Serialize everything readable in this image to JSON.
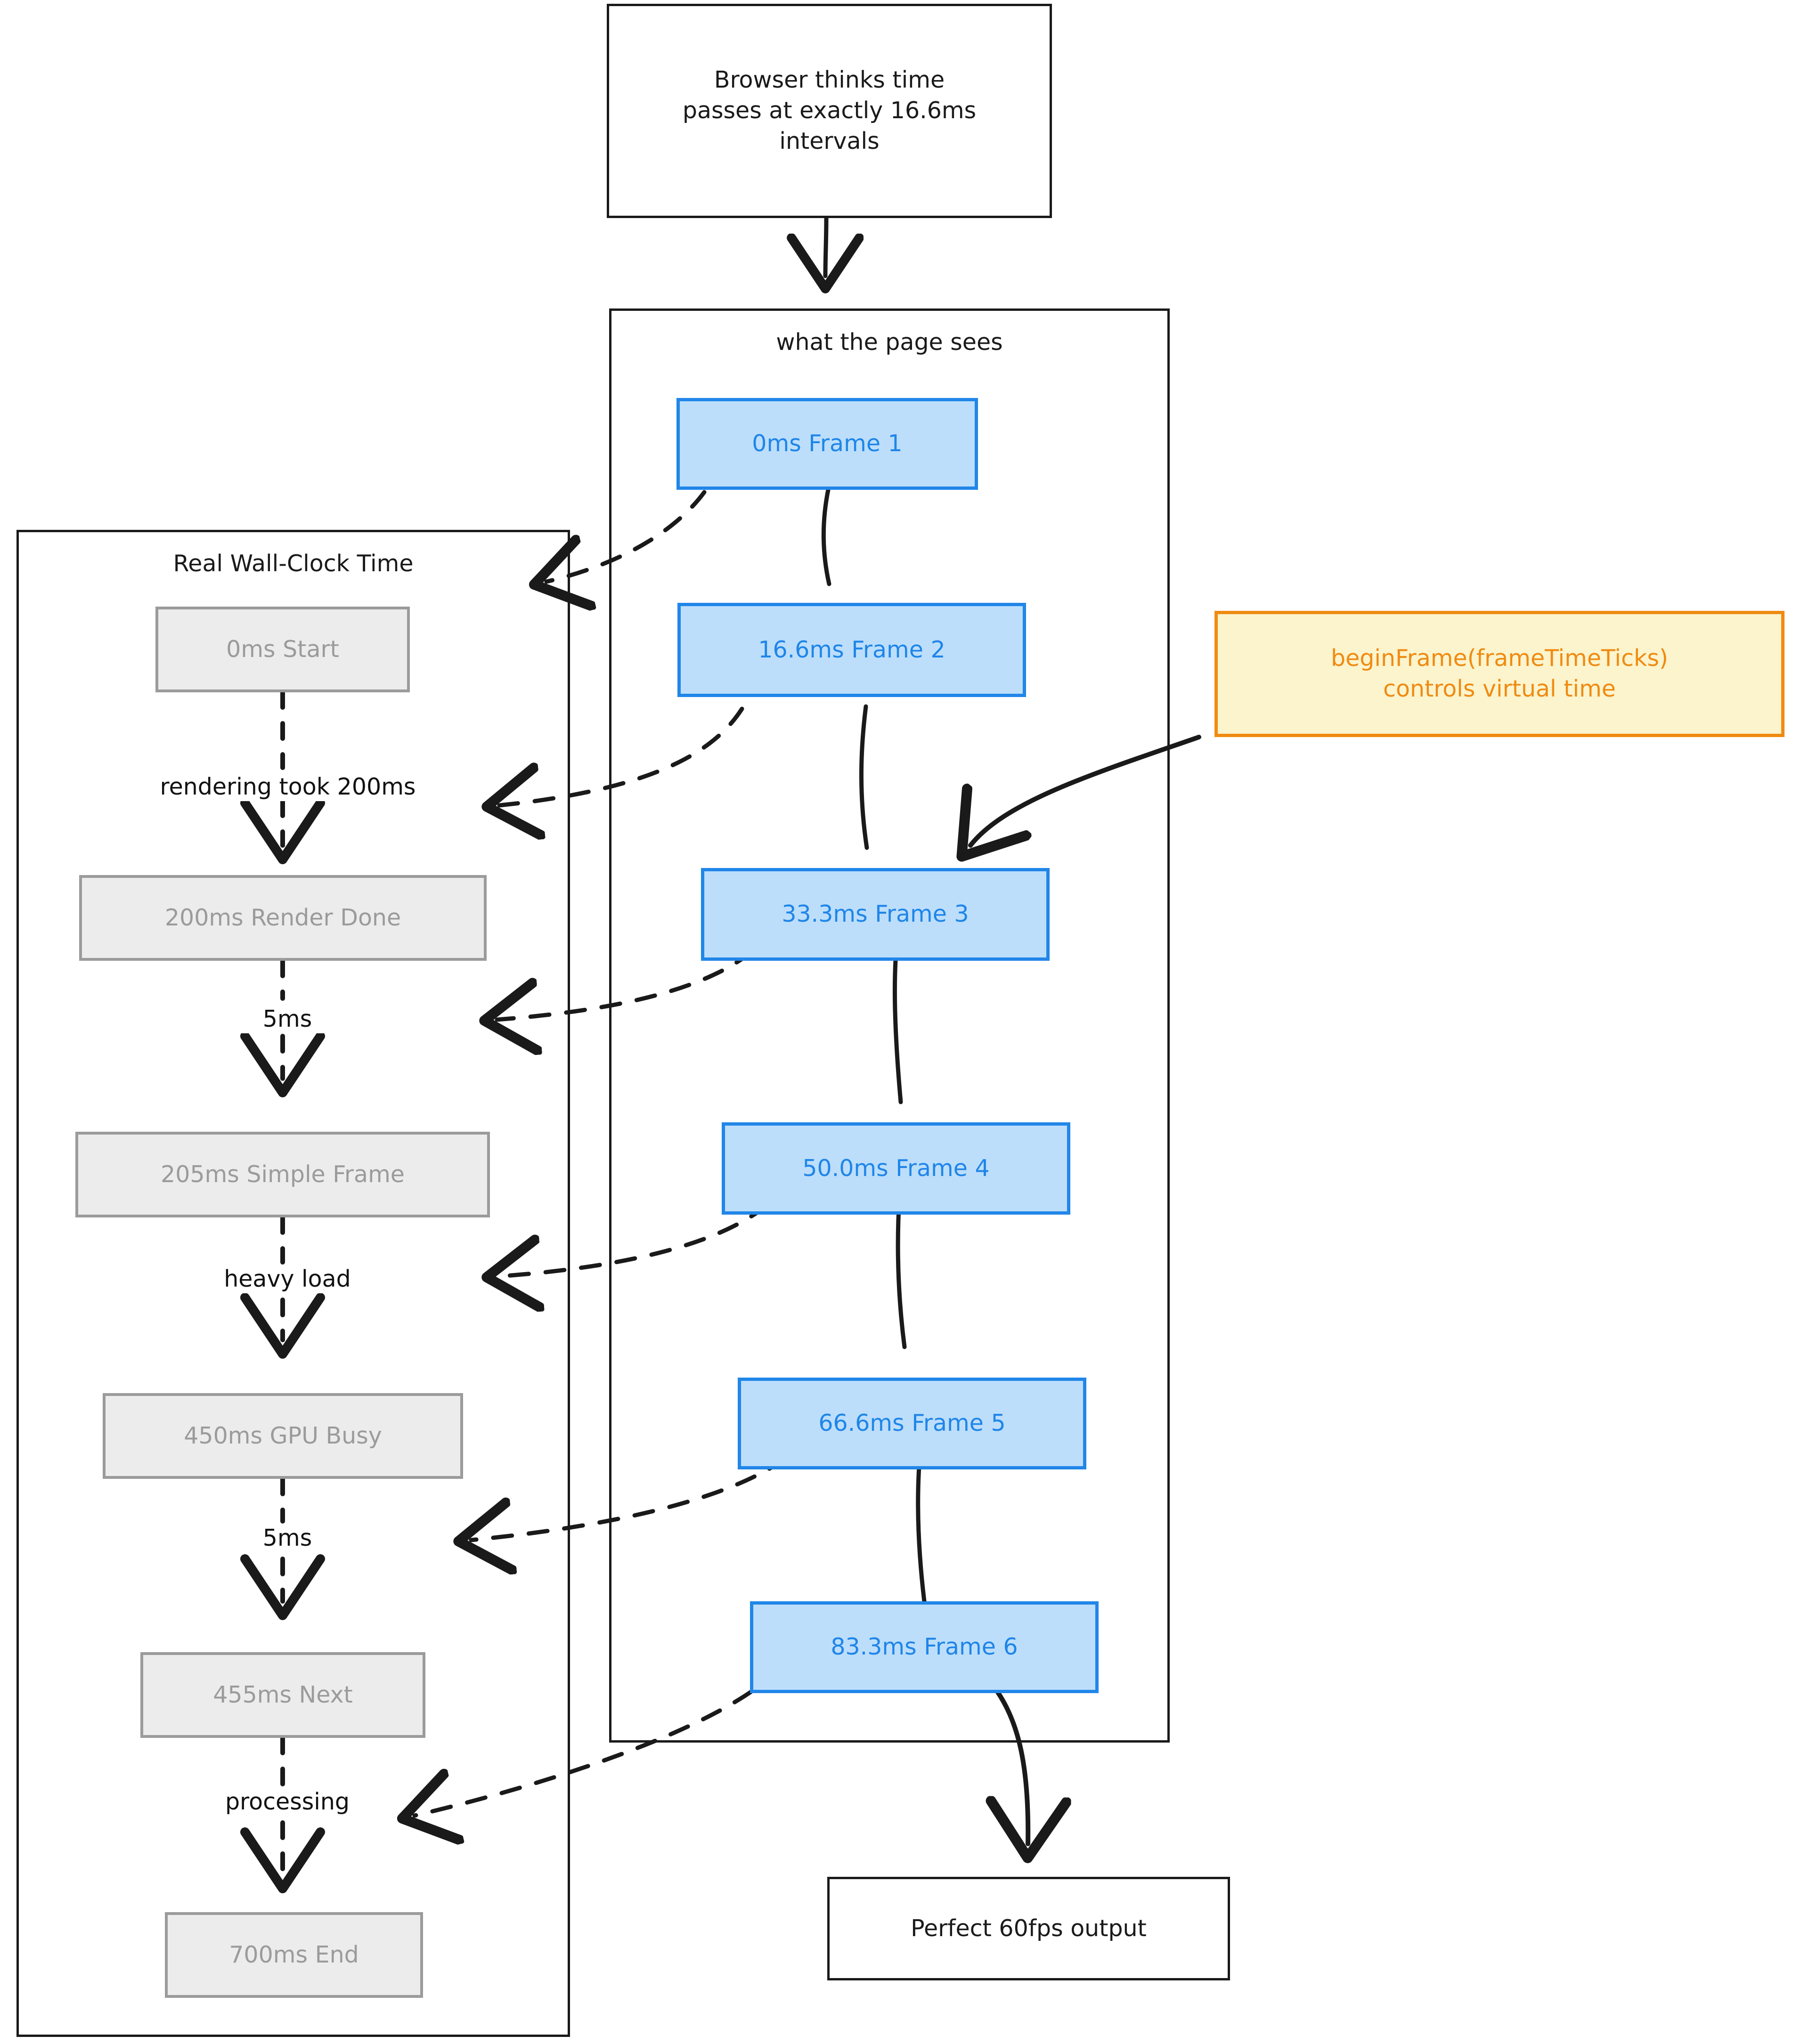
{
  "diagram": {
    "title_node": {
      "id": "browser-assumption",
      "label": "Browser thinks time\npasses at exactly 16.6ms\nintervals"
    },
    "output_node": {
      "id": "perfect-output",
      "label": "Perfect 60fps output"
    },
    "note": {
      "id": "begin-frame-note",
      "label": "beginFrame(frameTimeTicks)\ncontrols virtual time"
    },
    "virtual_container": {
      "title": "what the page sees",
      "frames": [
        {
          "id": "frame-1",
          "label": "0ms Frame 1"
        },
        {
          "id": "frame-2",
          "label": "16.6ms Frame 2"
        },
        {
          "id": "frame-3",
          "label": "33.3ms Frame 3"
        },
        {
          "id": "frame-4",
          "label": "50.0ms Frame 4"
        },
        {
          "id": "frame-5",
          "label": "66.6ms Frame 5"
        },
        {
          "id": "frame-6",
          "label": "83.3ms Frame 6"
        }
      ]
    },
    "real_container": {
      "title": "Real Wall-Clock Time",
      "steps": [
        {
          "id": "real-start",
          "label": "0ms Start"
        },
        {
          "id": "real-render-done",
          "label": "200ms Render Done"
        },
        {
          "id": "real-simple-frame",
          "label": "205ms Simple Frame"
        },
        {
          "id": "real-gpu-busy",
          "label": "450ms GPU Busy"
        },
        {
          "id": "real-next",
          "label": "455ms Next"
        },
        {
          "id": "real-end",
          "label": "700ms End"
        }
      ],
      "edge_labels": [
        {
          "id": "edge-render",
          "label": "rendering took 200ms"
        },
        {
          "id": "edge-5ms-a",
          "label": "5ms"
        },
        {
          "id": "edge-heavy-load",
          "label": "heavy load"
        },
        {
          "id": "edge-5ms-b",
          "label": "5ms"
        },
        {
          "id": "edge-processing",
          "label": "processing"
        }
      ]
    },
    "colors": {
      "frame_fill": "#bcdefb",
      "frame_stroke": "#2186e8",
      "frame_text": "#1f85e8",
      "real_fill": "#ececec",
      "real_stroke": "#9b9b9b",
      "real_text": "#9b9b9b",
      "note_fill": "#fcf4cd",
      "note_stroke": "#ef8b12",
      "note_text": "#ef8b12",
      "line": "#1a1a1a",
      "background": "#ffffff"
    }
  }
}
